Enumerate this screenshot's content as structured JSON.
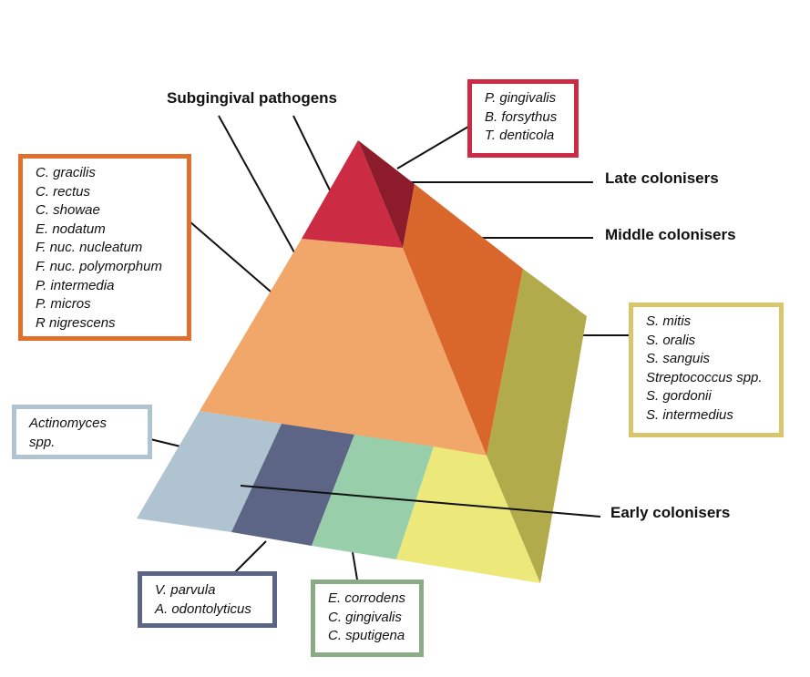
{
  "labels": {
    "subgingival": "Subgingival pathogens",
    "late": "Late colonisers",
    "middle": "Middle colonisers",
    "early": "Early colonisers"
  },
  "boxes": {
    "red": [
      "P. gingivalis",
      "B. forsythus",
      "T. denticola"
    ],
    "orange": [
      "C. gracilis",
      "C. rectus",
      "C. showae",
      "E. nodatum",
      "F. nuc. nucleatum",
      "F. nuc. polymorphum",
      "P. intermedia",
      "P. micros",
      "R nigrescens"
    ],
    "yellow": [
      "S. mitis",
      "S. oralis",
      "S. sanguis",
      "Streptococcus spp.",
      "S. gordonii",
      "S. intermedius"
    ],
    "lightblue": [
      "Actinomyces",
      "spp."
    ],
    "navy": [
      "V. parvula",
      "A. odontolyticus"
    ],
    "green": [
      "E. corrodens",
      "C. gingivalis",
      "C. sputigena"
    ]
  },
  "colors": {
    "red": "#cc2b44",
    "dark_red": "#8c1c2b",
    "orange_box": "#e0702e",
    "peach": "#f2a76a",
    "orange_face": "#d9662a",
    "olive": "#b2ab4c",
    "light_blue": "#b0c3d1",
    "navy": "#5d6587",
    "green": "#98cfaa",
    "yellow": "#ece87a",
    "yellow_box": "#d8c66c",
    "green_box": "#8aab86"
  }
}
